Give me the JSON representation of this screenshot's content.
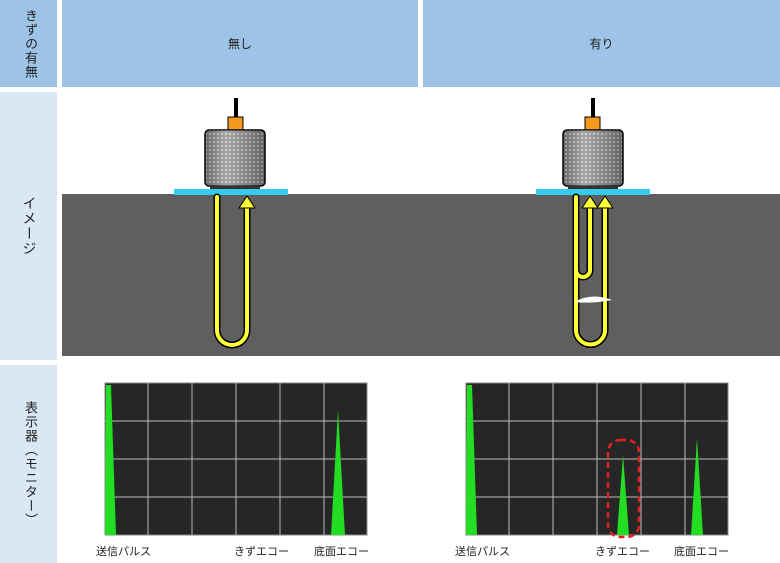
{
  "row_headers": {
    "flaw": "きずの有無",
    "image": "イメージ",
    "monitor": "表示器（モニター）"
  },
  "columns": {
    "no_flaw": "無し",
    "with_flaw": "有り"
  },
  "echo_labels": {
    "left": {
      "pulse": "送信パルス",
      "flaw_echo": "きずエコー",
      "bottom_echo": "底面エコー"
    },
    "right": {
      "pulse": "送信パルス",
      "flaw_echo": "きずエコー",
      "bottom_echo": "底面エコー"
    }
  },
  "colors": {
    "header_blue": "#9dc3e6",
    "side_blue": "#dae8f5",
    "material_gray": "#5f5f5f",
    "wave_yellow": "#ffff33",
    "couplant_cyan": "#33ccee",
    "echo_green": "#22dd22",
    "highlight_red": "#dd2222",
    "screen_bg": "#262626"
  }
}
